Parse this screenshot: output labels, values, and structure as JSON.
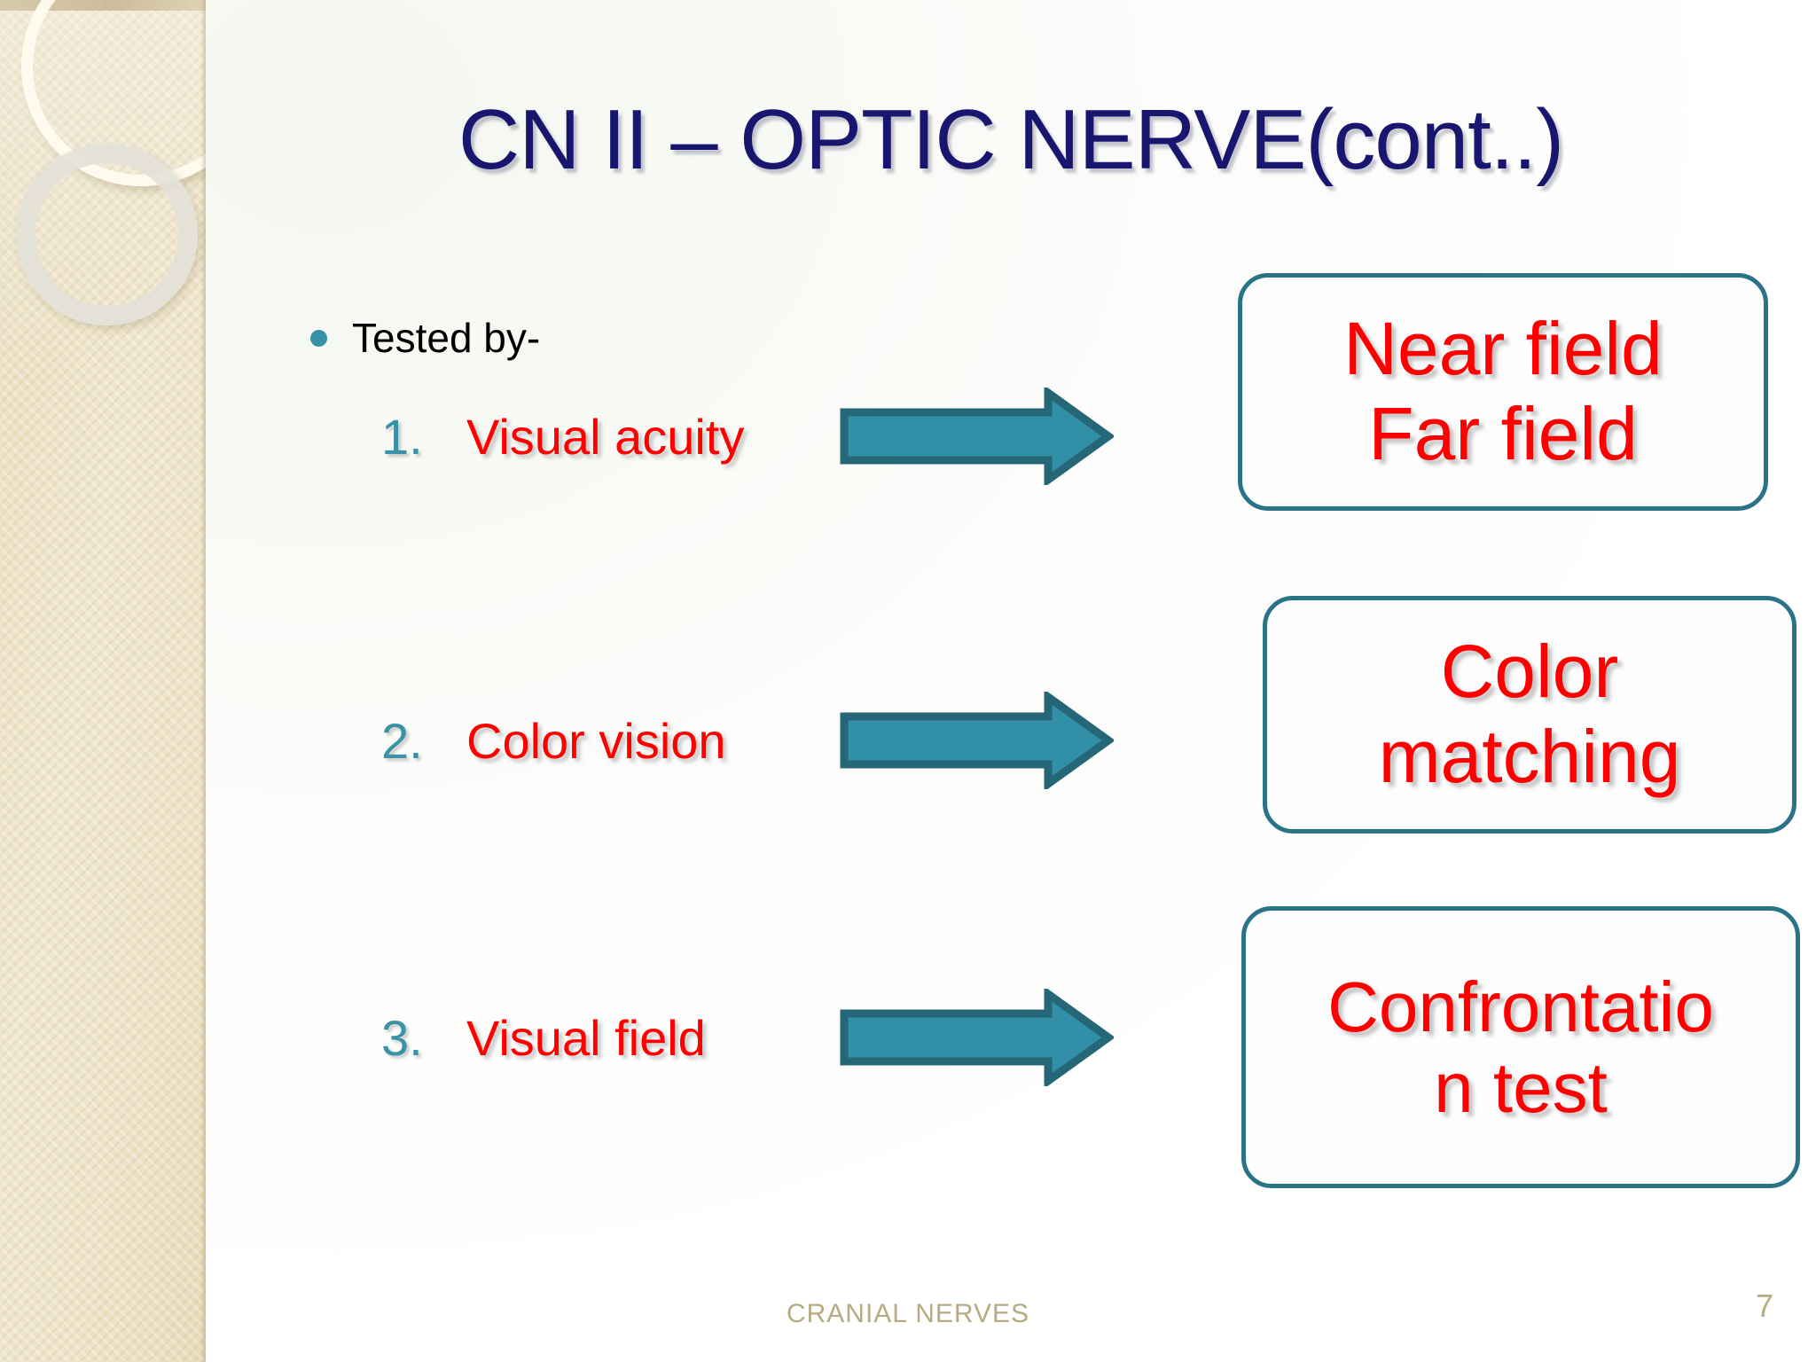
{
  "slide": {
    "title": "CN II – OPTIC NERVE(cont..)",
    "title_color": "#18166E",
    "accent_teal": "#2A7386",
    "arrow_fill": "#318FA8",
    "arrow_stroke": "#256776",
    "highlight_red": "#FF0000",
    "number_color": "#3A92A6",
    "footer_color": "#B6AB83"
  },
  "body": {
    "intro_bullet": "Tested by-",
    "tests": [
      {
        "number": "1.",
        "name": "Visual acuity",
        "arrow": "right-arrow-icon",
        "result_lines": [
          "Near field",
          "Far field"
        ]
      },
      {
        "number": "2.",
        "name": "Color vision",
        "arrow": "right-arrow-icon",
        "result_lines": [
          "Color",
          "matching"
        ]
      },
      {
        "number": "3.",
        "name": "Visual field",
        "arrow": "right-arrow-icon",
        "result_lines": [
          "Confrontatio",
          "n test"
        ]
      }
    ]
  },
  "footer": {
    "text": "CRANIAL NERVES",
    "page_number": "7"
  }
}
